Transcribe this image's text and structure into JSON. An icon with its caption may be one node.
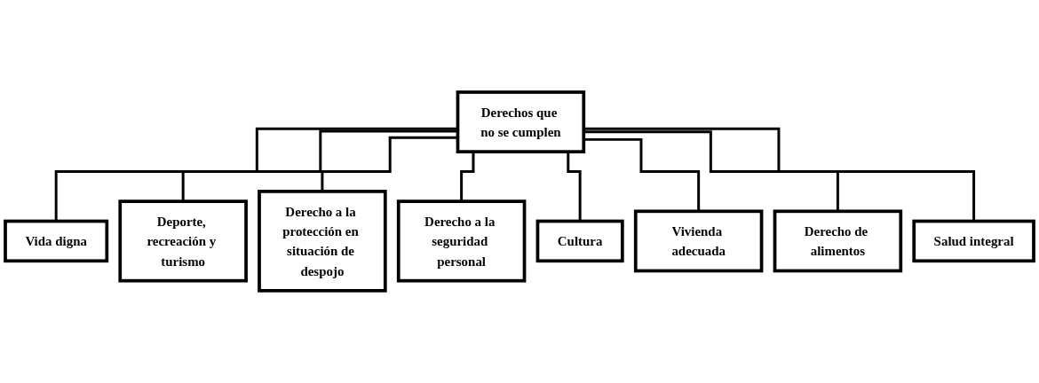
{
  "diagram": {
    "nodes": [
      {
        "text": [
          "Derechos que no se cumplen"
        ]
      },
      {
        "text": [
          "Vida digna"
        ]
      },
      {
        "text": [
          "Deporte, recreación y turismo"
        ]
      },
      {
        "text": [
          "Derecho a la protección en situación de despojo"
        ]
      },
      {
        "text": [
          "Derecho a la seguridad personal"
        ]
      },
      {
        "text": [
          "Cultura"
        ]
      },
      {
        "text": [
          "Vivienda adecuada"
        ]
      },
      {
        "text": [
          "Derecho de alimentos"
        ]
      },
      {
        "text": [
          "Salud integral"
        ]
      }
    ],
    "edges": [
      {
        "from": 0,
        "to": 1,
        "arrow": "none"
      },
      {
        "from": 0,
        "to": 2,
        "arrow": "none"
      },
      {
        "from": 0,
        "to": 3,
        "arrow": "none"
      },
      {
        "from": 0,
        "to": 4,
        "arrow": "none"
      },
      {
        "from": 0,
        "to": 5,
        "arrow": "none"
      },
      {
        "from": 0,
        "to": 6,
        "arrow": "none"
      },
      {
        "from": 0,
        "to": 7,
        "arrow": "none"
      },
      {
        "from": 0,
        "to": 8,
        "arrow": "none"
      }
    ]
  }
}
